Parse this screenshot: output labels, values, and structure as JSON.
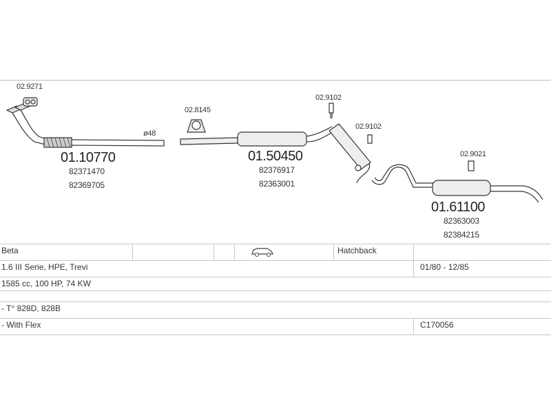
{
  "parts": {
    "front_pipe": {
      "code": "01.10770",
      "refs": [
        "82371470",
        "82369705"
      ]
    },
    "gasket_top": {
      "code": "02.9271"
    },
    "clamp_mid": {
      "code": "02.8145"
    },
    "pipe_diameter": {
      "label": "ø48"
    },
    "center_silencer": {
      "code": "01.50450",
      "refs": [
        "82376917",
        "82363001"
      ]
    },
    "hanger_1": {
      "code": "02.9102"
    },
    "hanger_2": {
      "code": "02.9102"
    },
    "hanger_rear": {
      "code": "02.9021"
    },
    "rear_silencer": {
      "code": "01.61100",
      "refs": [
        "82363003",
        "82384215"
      ]
    }
  },
  "table": {
    "model": "Beta",
    "body_icon": "car-icon",
    "body_type": "Hatchback",
    "series": "1.6 III Serie, HPE, Trevi",
    "years": "01/80 - 12/85",
    "engine": "1585 cc, 100 HP, 74 KW",
    "note1": "- T° 828D, 828B",
    "note2": "- With Flex",
    "kit_code": "C170056"
  }
}
